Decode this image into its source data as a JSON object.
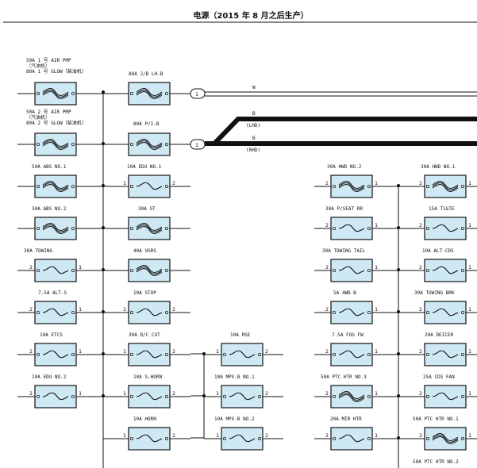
{
  "title": "电源（2015 年 8 月之后生产）",
  "wires": {
    "w_top": "W",
    "b_mid_top": "B",
    "lhd": "(LHD)",
    "b_mid_bot": "B",
    "rhd": "(RHD)",
    "conn1": "1",
    "conn2": "1"
  },
  "fuses": [
    {
      "id": "f1",
      "label": [
        "50A 1 号 AIR PMP",
        "（汽油机）",
        "80A 1 号 GLOW（柴油机）"
      ],
      "pin_l": "",
      "pin_r": "",
      "symbol": "high"
    },
    {
      "id": "f2",
      "label": [
        "80A J/B LH-B"
      ],
      "pin_l": "",
      "pin_r": "",
      "symbol": "high"
    },
    {
      "id": "f3",
      "label": [
        "50A 2 号 AIR PMP",
        "（汽油机）",
        "80A 2 号 GLOW（柴油机）"
      ],
      "pin_l": "",
      "pin_r": "",
      "symbol": "high"
    },
    {
      "id": "f4",
      "label": [
        "80A P/I-B"
      ],
      "pin_l": "",
      "pin_r": "",
      "symbol": "high"
    },
    {
      "id": "f5",
      "label": [
        "50A ABS NO.1"
      ],
      "pin_l": "",
      "pin_r": "",
      "symbol": "high"
    },
    {
      "id": "f6",
      "label": [
        "10A EDU NO.1"
      ],
      "pin_l": "1",
      "pin_r": "2",
      "symbol": "low"
    },
    {
      "id": "f7",
      "label": [
        "30A ABS NO.2"
      ],
      "pin_l": "",
      "pin_r": "",
      "symbol": "high"
    },
    {
      "id": "f8",
      "label": [
        "30A ST"
      ],
      "pin_l": "",
      "pin_r": "",
      "symbol": "high"
    },
    {
      "id": "f9",
      "label": [
        "30A TOWING"
      ],
      "pin_l": "2",
      "pin_r": "1",
      "symbol": "low"
    },
    {
      "id": "f10",
      "label": [
        "40A VGRS"
      ],
      "pin_l": "",
      "pin_r": "",
      "symbol": "high"
    },
    {
      "id": "f11",
      "label": [
        "7.5A ALT-S"
      ],
      "pin_l": "2",
      "pin_r": "1",
      "symbol": "low"
    },
    {
      "id": "f12",
      "label": [
        "10A STOP"
      ],
      "pin_l": "1",
      "pin_r": "2",
      "symbol": "low"
    },
    {
      "id": "f13",
      "label": [
        "10A ETCS"
      ],
      "pin_l": "2",
      "pin_r": "1",
      "symbol": "low"
    },
    {
      "id": "f14",
      "label": [
        "30A D/C CUT"
      ],
      "pin_l": "1",
      "pin_r": "2",
      "symbol": "low"
    },
    {
      "id": "f15",
      "label": [
        "10A RSE"
      ],
      "pin_l": "1",
      "pin_r": "2",
      "symbol": "low"
    },
    {
      "id": "f16",
      "label": [
        "10A EDU NO.2"
      ],
      "pin_l": "2",
      "pin_r": "1",
      "symbol": "low"
    },
    {
      "id": "f17",
      "label": [
        "10A S-HORN"
      ],
      "pin_l": "1",
      "pin_r": "2",
      "symbol": "low"
    },
    {
      "id": "f18",
      "label": [
        "10A MPX-B NO.1"
      ],
      "pin_l": "1",
      "pin_r": "2",
      "symbol": "low"
    },
    {
      "id": "f19",
      "label": [
        "10A HORN"
      ],
      "pin_l": "1",
      "pin_r": "2",
      "symbol": "low"
    },
    {
      "id": "f20",
      "label": [
        "10A MPX-B NO.2"
      ],
      "pin_l": "1",
      "pin_r": "2",
      "symbol": "low"
    },
    {
      "id": "f21",
      "label": [
        "30A HWD NO.2"
      ],
      "pin_l": "2",
      "pin_r": "1",
      "symbol": "high"
    },
    {
      "id": "f22",
      "label": [
        "30A HWD NO.1"
      ],
      "pin_l": "2",
      "pin_r": "1",
      "symbol": "high"
    },
    {
      "id": "f23",
      "label": [
        "30A P/SEAT RR"
      ],
      "pin_l": "2",
      "pin_r": "1",
      "symbol": "low"
    },
    {
      "id": "f24",
      "label": [
        "15A T1&TE"
      ],
      "pin_l": "2",
      "pin_r": "1",
      "symbol": "low"
    },
    {
      "id": "f25",
      "label": [
        "30A TOWING TAIL"
      ],
      "pin_l": "2",
      "pin_r": "1",
      "symbol": "low"
    },
    {
      "id": "f26",
      "label": [
        "10A ALT-CDS"
      ],
      "pin_l": "2",
      "pin_r": "1",
      "symbol": "low"
    },
    {
      "id": "f27",
      "label": [
        "5A 4WD-B"
      ],
      "pin_l": "2",
      "pin_r": "1",
      "symbol": "low"
    },
    {
      "id": "f28",
      "label": [
        "30A TOWING BRK"
      ],
      "pin_l": "2",
      "pin_r": "1",
      "symbol": "low"
    },
    {
      "id": "f29",
      "label": [
        "7.5A FOG FW"
      ],
      "pin_l": "2",
      "pin_r": "1",
      "symbol": "low"
    },
    {
      "id": "f30",
      "label": [
        "20A DEICER"
      ],
      "pin_l": "2",
      "pin_r": "1",
      "symbol": "low"
    },
    {
      "id": "f31",
      "label": [
        "50A PTC HTR NO.3"
      ],
      "pin_l": "2",
      "pin_r": "1",
      "symbol": "high"
    },
    {
      "id": "f32",
      "label": [
        "25A CDS FAN"
      ],
      "pin_l": "2",
      "pin_r": "1",
      "symbol": "low"
    },
    {
      "id": "f33",
      "label": [
        "20A MIR HTR"
      ],
      "pin_l": "2",
      "pin_r": "1",
      "symbol": "low"
    },
    {
      "id": "f34",
      "label": [
        "50A PTC HTR NO.1"
      ],
      "pin_l": "2",
      "pin_r": "1",
      "symbol": "high"
    }
  ],
  "bottom_label": "50A PTC HTR NO.2"
}
